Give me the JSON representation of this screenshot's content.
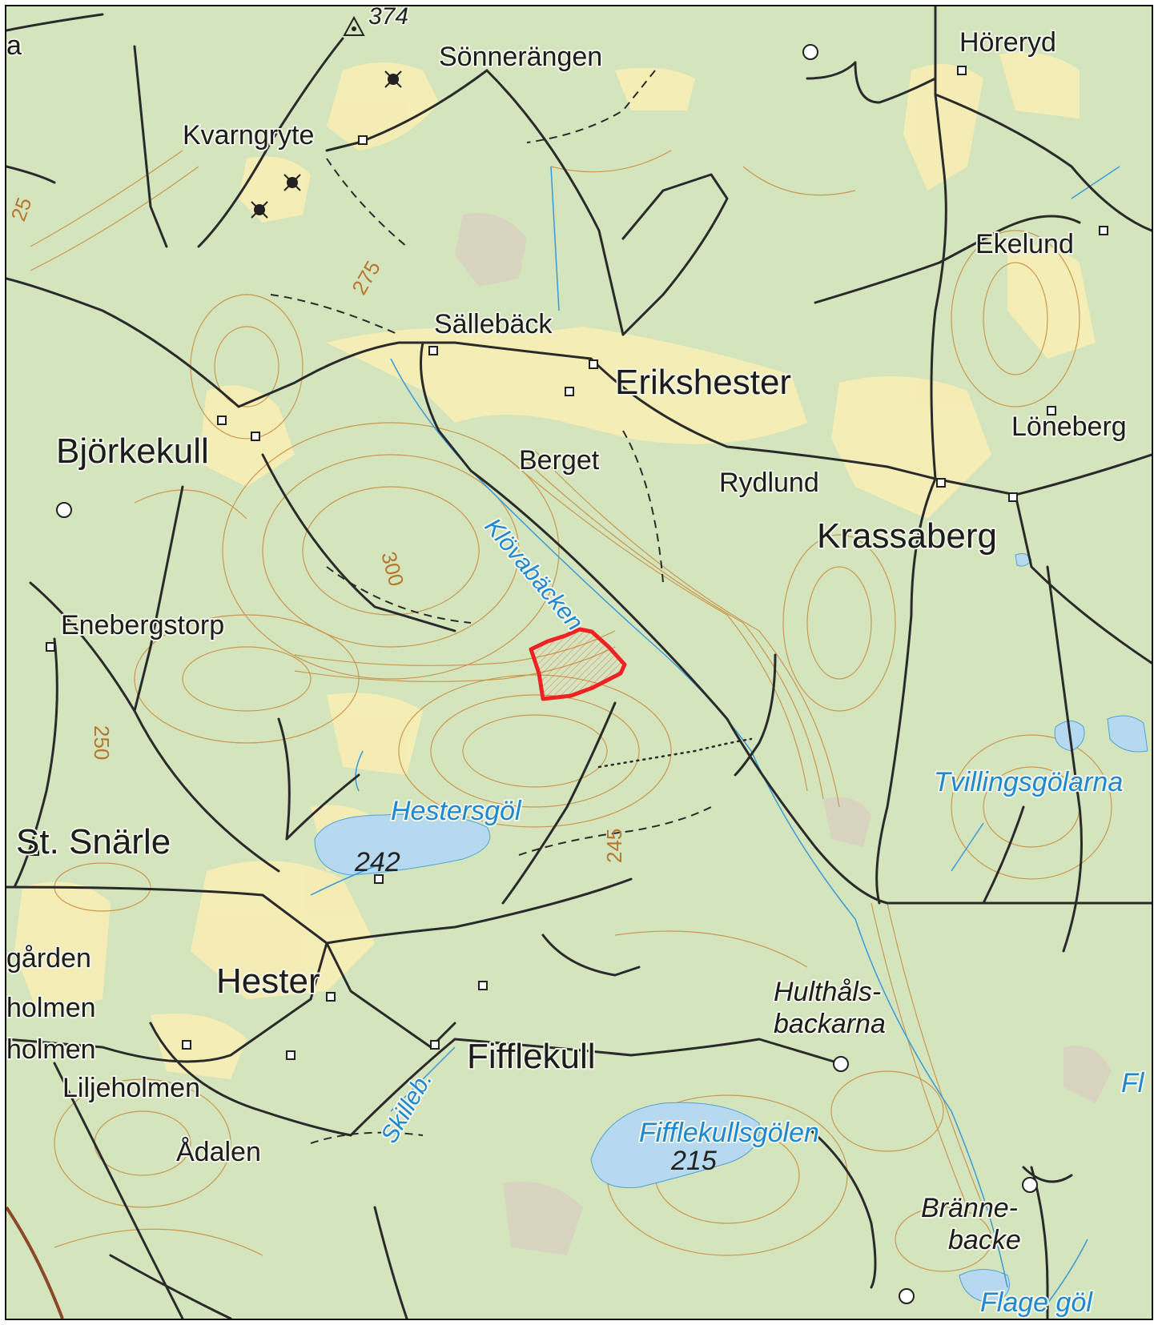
{
  "colors": {
    "forest": "#d4e5bd",
    "open_land": "#f6edb4",
    "water": "#b7d9ef",
    "water_label": "#1e88d0",
    "contour": "#c98a3c",
    "road": "#2a2a2a",
    "study_area": "#ee2222"
  },
  "places": {
    "sonnerangen": "Sönnerängen",
    "horeryd": "Höreryd",
    "kvarngryte": "Kvarngryte",
    "ekelund": "Ekelund",
    "sallebeck": "Sällebäck",
    "erikshester": "Erikshester",
    "bjorkekull": "Björkekull",
    "loneberg": "Löneberg",
    "berget": "Berget",
    "rydlund": "Rydlund",
    "krassaberg": "Krassaberg",
    "enebergstorp": "Enebergstorp",
    "st_snarle": "St. Snärle",
    "garden": "gården",
    "hester": "Hester",
    "holmen1": "holmen",
    "holmen2": "holmen",
    "fifflekull": "Fifflekull",
    "liljeholmen": "Liljeholmen",
    "adalen": "Ådalen",
    "hulthals1": "Hulthåls-",
    "hulthals2": "backarna",
    "branne1": "Bränne-",
    "branne2": "backe",
    "edge_a": "a"
  },
  "water_names": {
    "klovabacken": "Klövabäcken",
    "hestersgol": "Hestersgöl",
    "tvillingsgolarna": "Tvillingsgölarna",
    "skilleb": "Skilleb.",
    "fifflekullsgolen": "Fifflekullsgölen",
    "flage_gol": "Flage göl",
    "fl_edge": "Fl"
  },
  "elevations": {
    "summit": "374",
    "hestersgol_level": "242",
    "fifflekullsgolen_level": "215"
  },
  "contour_labels": {
    "c275": "275",
    "c300": "300",
    "c250": "250",
    "c245": "245",
    "c25_edge": "25"
  }
}
